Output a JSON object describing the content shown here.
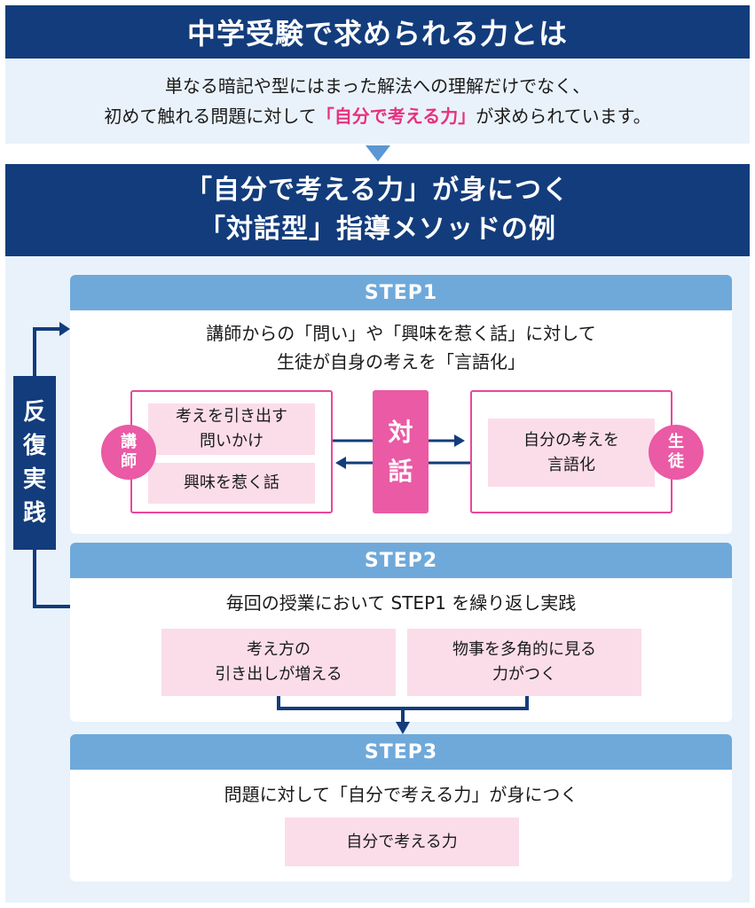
{
  "header": {
    "title": "中学受験で求められる力とは"
  },
  "intro": {
    "line1": "単なる暗記や型にはまった解法への理解だけでなく、",
    "line2_pre": "初めて触れる問題に対して",
    "line2_highlight": "「自分で考える力」",
    "line2_post": "が求められています。"
  },
  "method": {
    "line1": "「自分で考える力」が身につく",
    "line2": "「対話型」指導メソッドの例"
  },
  "repeat_label": [
    "反",
    "復",
    "実",
    "践"
  ],
  "step1": {
    "label": "STEP1",
    "title_line1": "講師からの「問い」や「興味を惹く話」に対して",
    "title_line2": "生徒が自身の考えを「言語化」",
    "teacher_chars": [
      "講",
      "師"
    ],
    "teacher_box1": [
      "考えを引き出す",
      "問いかけ"
    ],
    "teacher_box2": "興味を惹く話",
    "dialog_chars": [
      "対",
      "話"
    ],
    "student_box": [
      "自分の考えを",
      "言語化"
    ],
    "student_chars": [
      "生",
      "徒"
    ]
  },
  "step2": {
    "label": "STEP2",
    "title": "毎回の授業において STEP1 を繰り返し実践",
    "box1": [
      "考え方の",
      "引き出しが増える"
    ],
    "box2": [
      "物事を多角的に見る",
      "力がつく"
    ]
  },
  "step3": {
    "label": "STEP3",
    "title": "問題に対して「自分で考える力」が身につく",
    "box": "自分で考える力"
  },
  "colors": {
    "navy": "#133c7c",
    "step_blue": "#6fa9da",
    "light_bg": "#e9f2fa",
    "pink": "#ea5aa5",
    "pink_light": "#fbdde9",
    "accent": "#e8307f"
  }
}
